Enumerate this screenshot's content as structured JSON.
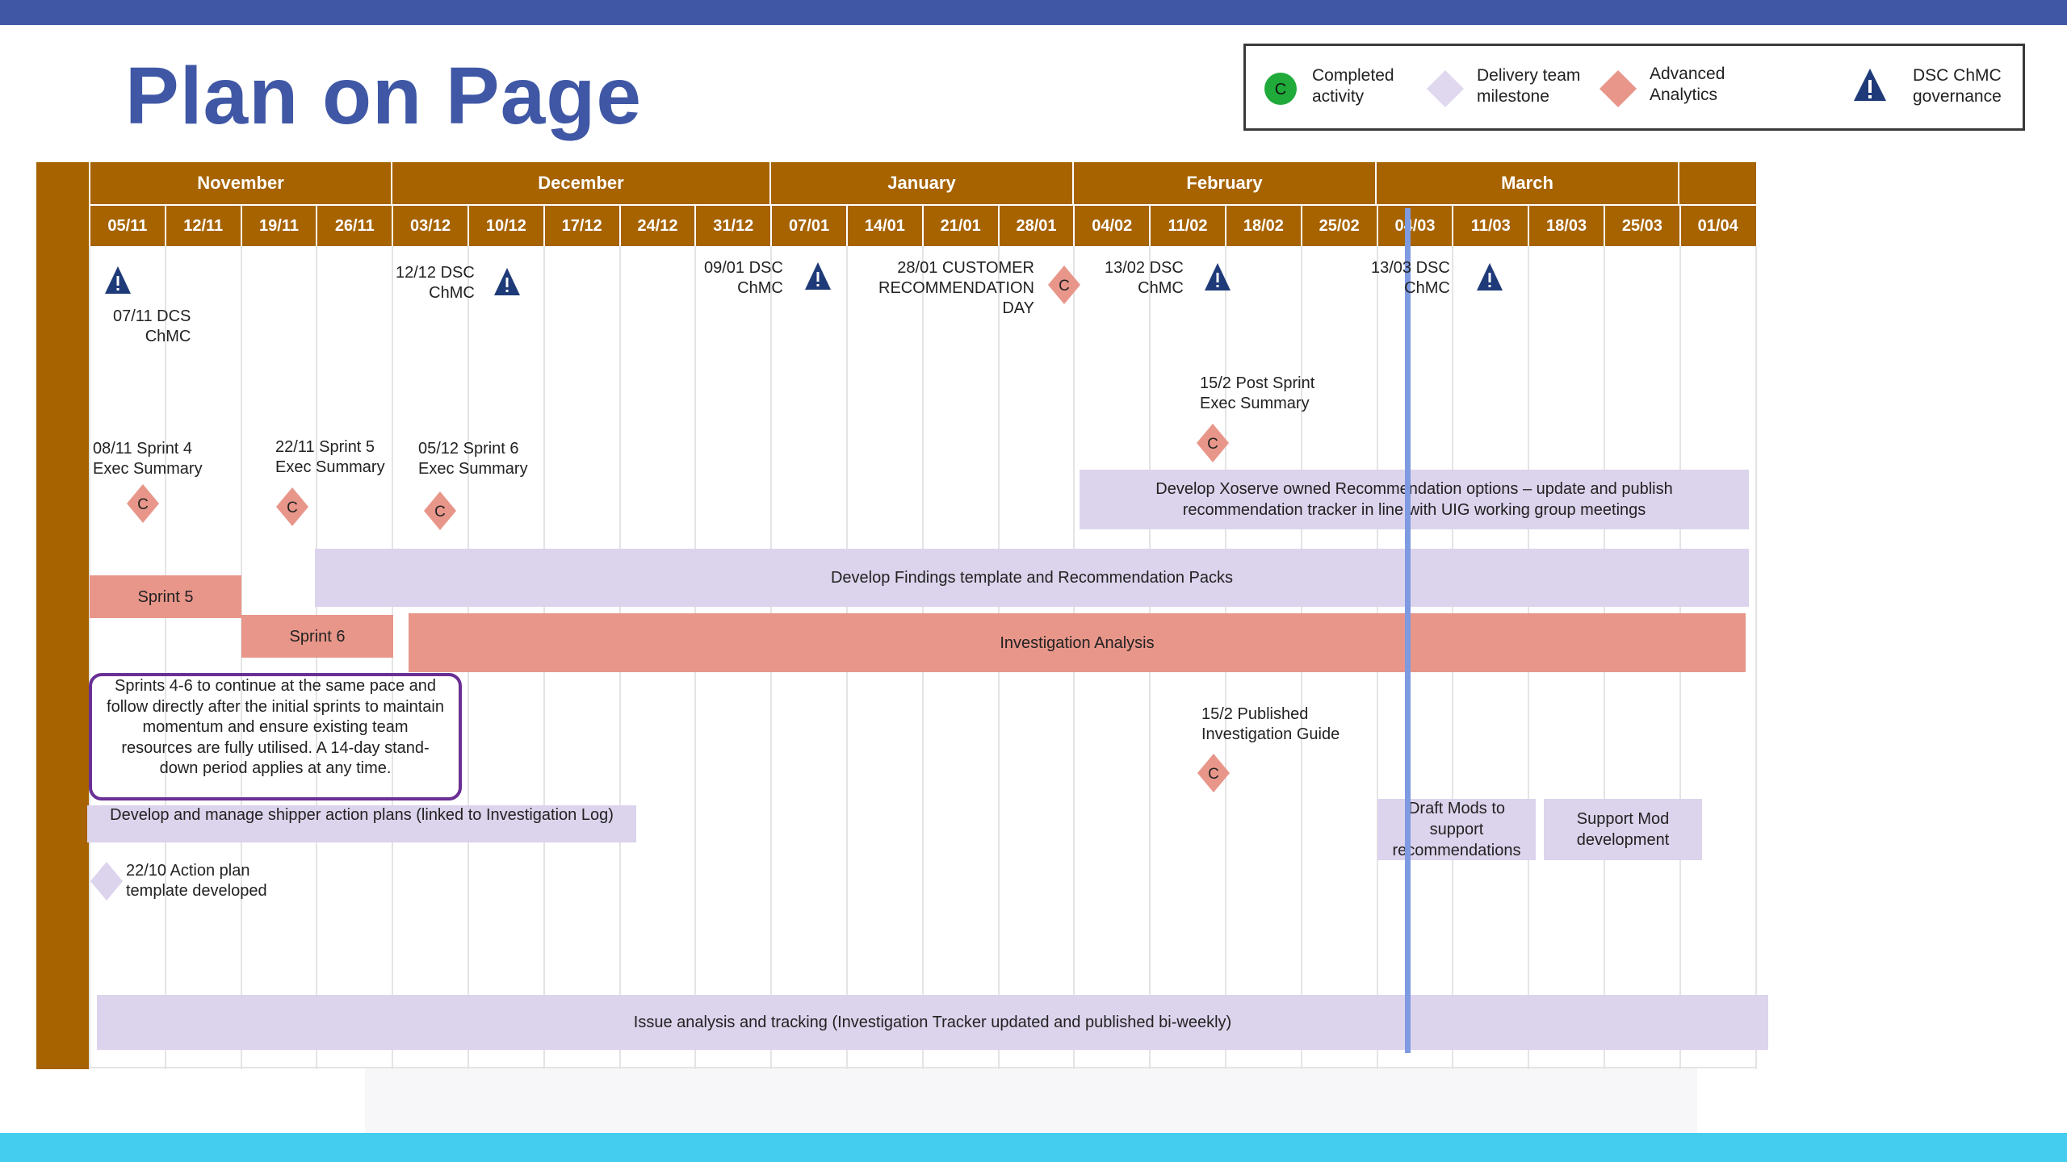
{
  "title": "Plan on Page",
  "legend": [
    {
      "icon": "completed-activity-icon",
      "symbol": "C",
      "line1": "Completed",
      "line2": "activity",
      "color": "#1faa3a"
    },
    {
      "icon": "delivery-milestone-icon",
      "line1": "Delivery team",
      "line2": "milestone",
      "color": "#e0d8ee"
    },
    {
      "icon": "advanced-analytics-icon",
      "line1": "Advanced",
      "line2": "Analytics",
      "color": "#e8968a"
    },
    {
      "icon": "governance-icon",
      "line1": "DSC ChMC",
      "line2": "governance",
      "color": "#1f3a78"
    }
  ],
  "months": [
    "November",
    "December",
    "January",
    "February",
    "March"
  ],
  "weeks": [
    "05/11",
    "12/11",
    "19/11",
    "26/11",
    "03/12",
    "10/12",
    "17/12",
    "24/12",
    "31/12",
    "07/01",
    "14/01",
    "21/01",
    "28/01",
    "04/02",
    "11/02",
    "18/02",
    "25/02",
    "04/03",
    "11/03",
    "18/03",
    "25/03",
    "01/04"
  ],
  "milestones": {
    "dcs_0711": "07/11 DCS\nChMC",
    "dsc_1212": "12/12 DSC\nChMC",
    "dsc_0901": "09/01 DSC\nChMC",
    "customer_2801": "28/01 CUSTOMER\nRECOMMENDATION\nDAY",
    "dsc_1302": "13/02 DSC\nChMC",
    "dsc_1303": "13/03 DSC\nChMC",
    "post_sprint_152": "15/2 Post Sprint\nExec Summary",
    "sprint4_0811": "08/11 Sprint 4\nExec Summary",
    "sprint5_2211": "22/11 Sprint 5\nExec Summary",
    "sprint6_0512": "05/12 Sprint 6\nExec Summary",
    "published_guide_152": "15/2 Published\nInvestigation Guide",
    "action_plan_2210": "22/10 Action plan\ntemplate developed"
  },
  "completed_marker": "C",
  "bars": {
    "xoserve_options": "Develop Xoserve owned Recommendation options – update and publish recommendation tracker in line with UIG working group meetings",
    "findings_template": "Develop Findings template and Recommendation Packs",
    "sprint5": "Sprint 5",
    "sprint6": "Sprint 6",
    "investigation_analysis": "Investigation Analysis",
    "shipper_action_plans": "Develop and manage shipper action plans (linked to Investigation Log)",
    "draft_mods": "Draft Mods to support recommendations",
    "support_mod": "Support Mod development",
    "issue_analysis": "Issue analysis and tracking (Investigation Tracker updated and published bi-weekly)"
  },
  "note": "Sprints 4-6 to continue at the same pace and follow directly after the initial sprints to maintain momentum and ensure existing team resources are fully utilised. A 14-day stand-down period applies at any time.",
  "colors": {
    "header_brown": "#a66300",
    "title_blue": "#3f57a5",
    "lilac": "#dcd3ec",
    "salmon": "#e8968a",
    "governance_navy": "#1f3a78",
    "today_line": "#7e9ae0",
    "note_border": "#6a2f95"
  }
}
